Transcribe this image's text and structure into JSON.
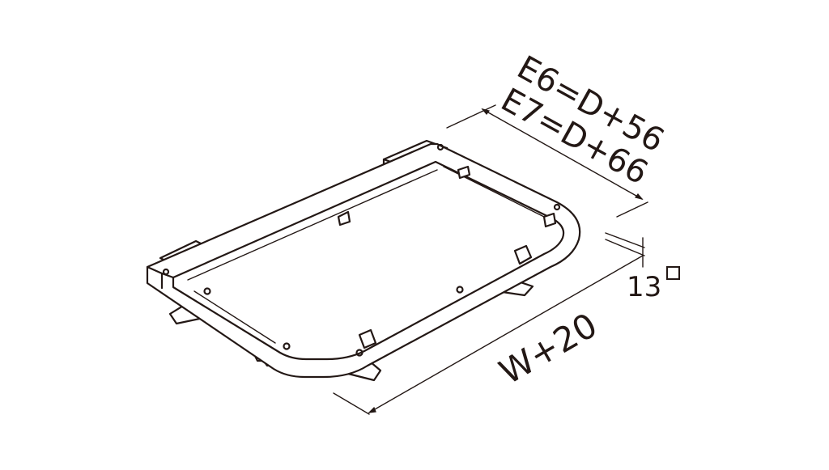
{
  "dimensions": {
    "depth_line_1": "E6=D+56",
    "depth_line_2": "E7=D+66",
    "width": "W+20",
    "tube_size": "13"
  },
  "colors": {
    "line": "#231815",
    "background": "#ffffff"
  },
  "icons": {
    "tube_profile": "square-outline-icon"
  }
}
